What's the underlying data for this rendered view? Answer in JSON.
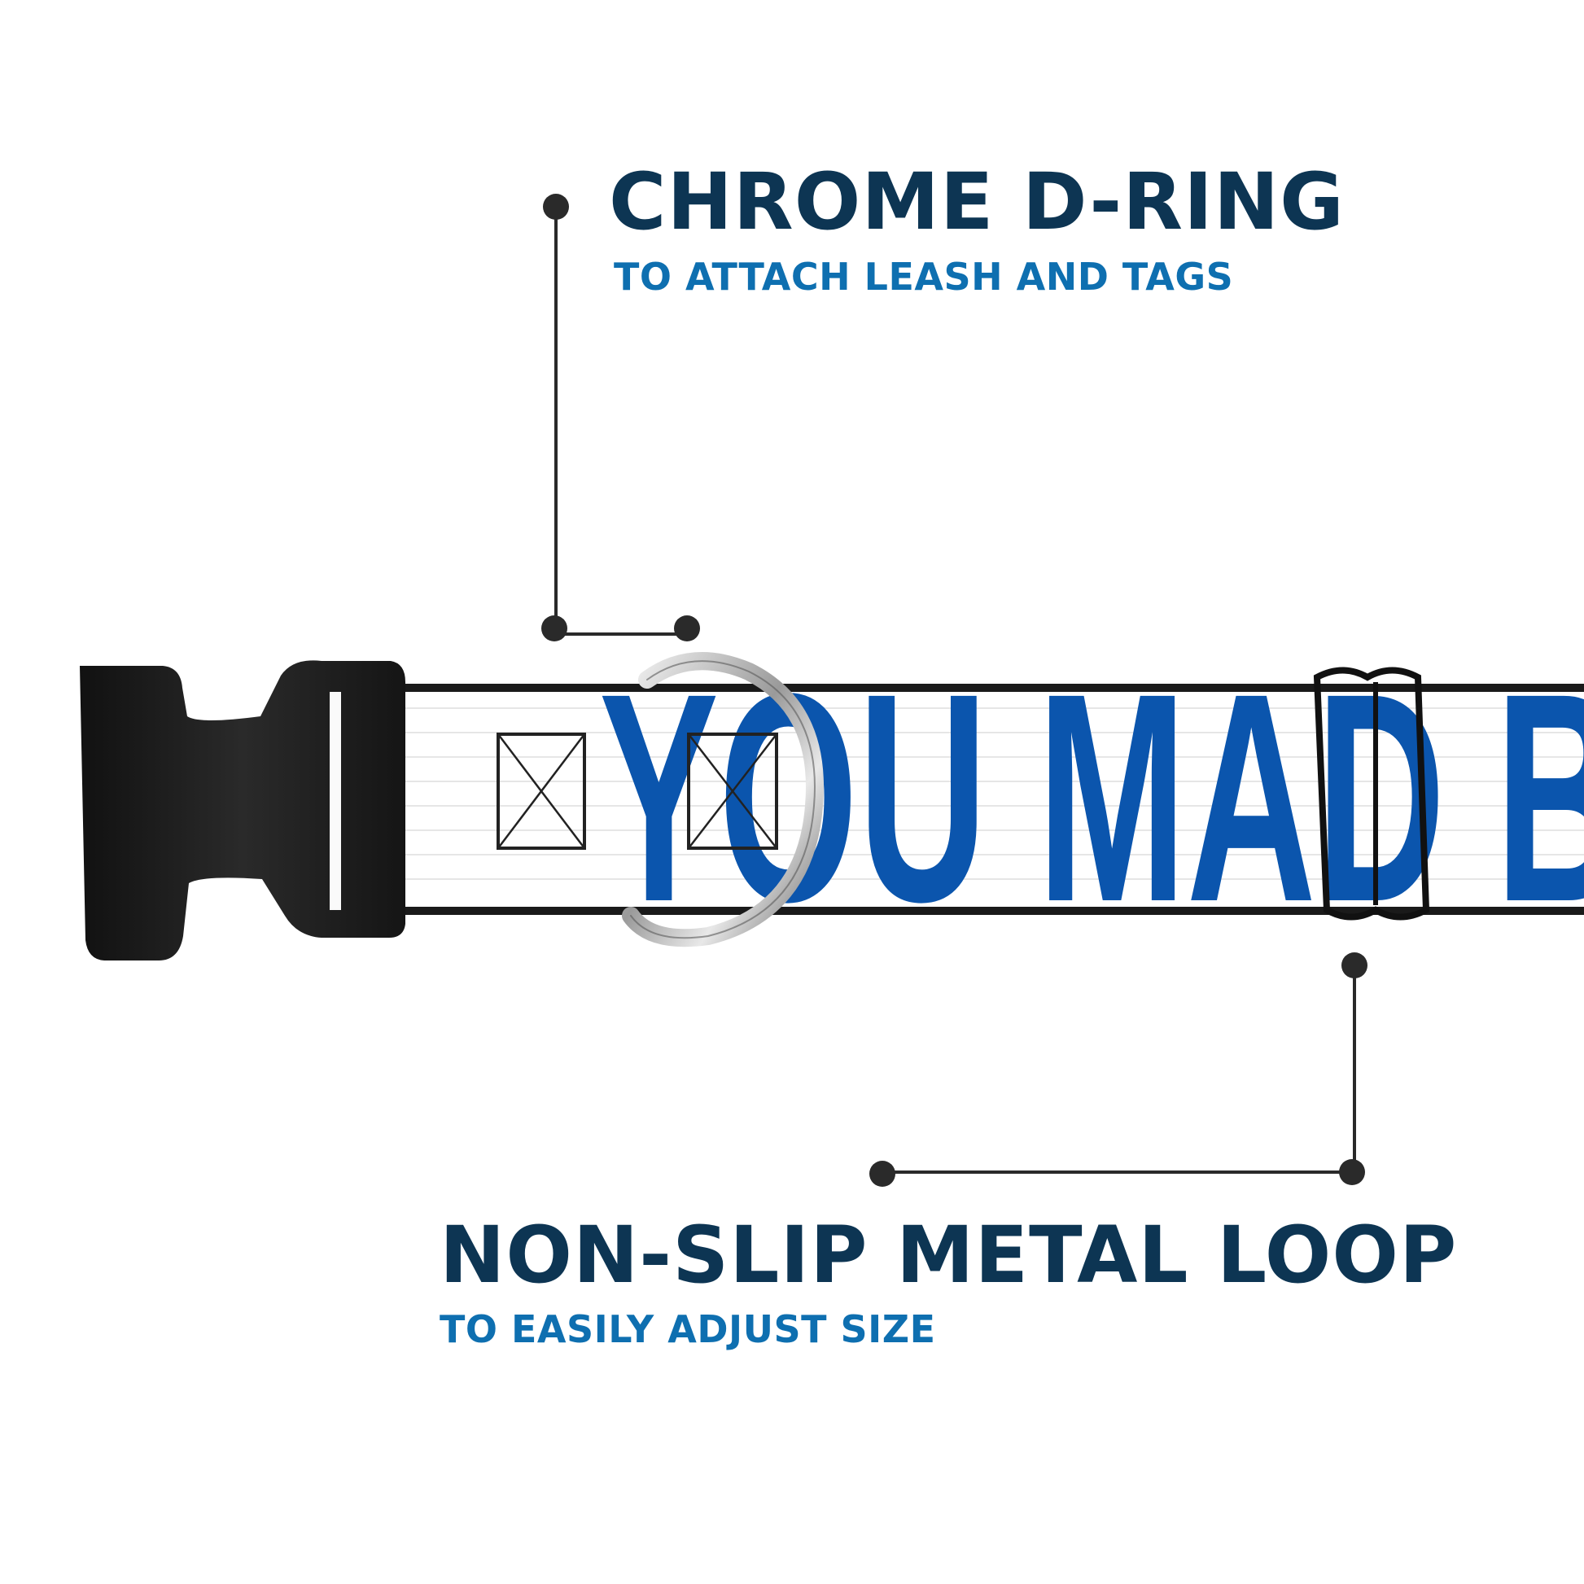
{
  "callouts": {
    "d_ring": {
      "title": "CHROME D-RING",
      "subtitle": "TO ATTACH LEASH AND TAGS"
    },
    "metal_loop": {
      "title": "NON-SLIP METAL LOOP",
      "subtitle": "TO EASILY ADJUST SIZE"
    }
  },
  "collar": {
    "print_text": "YOU MAD B",
    "print_color": "#0b55ad",
    "strap_color": "#ffffff",
    "buckle_color": "#1c1c1c"
  },
  "colors": {
    "title": "#0d3553",
    "subtitle": "#0e6fb0",
    "leader_line": "#2a2a2a"
  }
}
